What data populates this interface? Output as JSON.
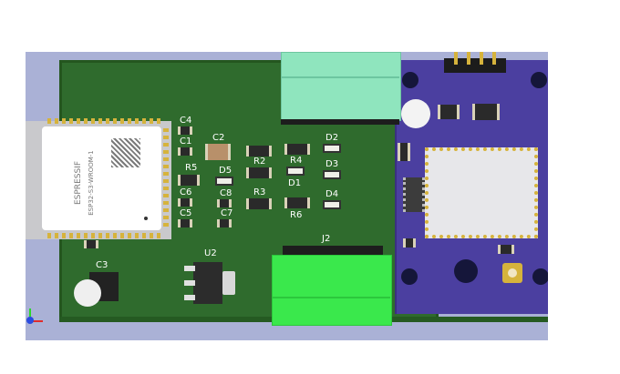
{
  "components": {
    "module": {
      "brand": "ESPRESSIF",
      "model": "ESP32-S3-WROOM-1"
    },
    "refs": [
      "C4",
      "C1",
      "C2",
      "R5",
      "D5",
      "C6",
      "C8",
      "C5",
      "C7",
      "R2",
      "R4",
      "D1",
      "R3",
      "R6",
      "D2",
      "D3",
      "D4",
      "U2",
      "C3",
      "J2"
    ]
  },
  "colors": {
    "board": "#2f6b2d",
    "daughterboard": "#4b3fa0",
    "connector": "#3ae84c",
    "background": "#aab1d6"
  }
}
